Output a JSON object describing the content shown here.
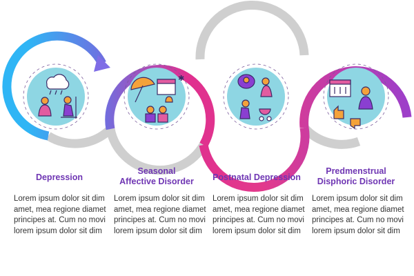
{
  "colors": {
    "accent": "#6f36b3",
    "ring_gray": "#cfcfcf",
    "ring_gradient": [
      "#2fb5f5",
      "#6f6fe0",
      "#e02f8f",
      "#9d3fc9"
    ],
    "circle_fill": "#8ed6e3",
    "icon_purple": "#8a3fd1",
    "icon_pink": "#e25ca0",
    "icon_orange": "#f4a23a",
    "icon_dark": "#3a2a66"
  },
  "steps": [
    {
      "title": "Depression",
      "description": "Lorem ipsum dolor sit dim amet, mea regione diamet principes at. Cum no movi lorem ipsum dolor sit dim",
      "icon": "sad-person-rain-icon"
    },
    {
      "title": "Seasonal\nAffective Disorder",
      "description": "Lorem ipsum dolor sit dim amet, mea regione diamet principes at. Cum no movi lorem ipsum dolor sit dim",
      "icon": "umbrella-calendar-icon"
    },
    {
      "title": "Postnatal Depression",
      "description": "Lorem ipsum dolor sit dim amet, mea regione diamet principes at. Cum no movi lorem ipsum dolor sit dim",
      "icon": "mother-baby-icon"
    },
    {
      "title": "Predmenstrual\nDisphoric Disorder",
      "description": "Lorem ipsum dolor sit dim amet, mea regione diamet principes at. Cum no movi lorem ipsum dolor sit dim",
      "icon": "calendar-thumbs-icon"
    }
  ]
}
